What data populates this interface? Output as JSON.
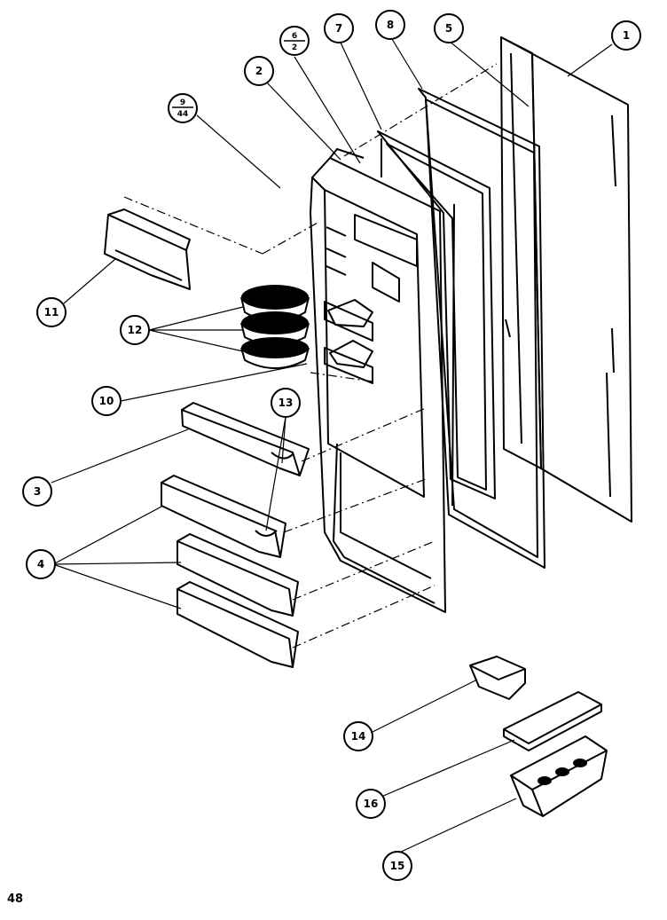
{
  "page_number": "48",
  "callouts": [
    {
      "id": "c1",
      "label": "1"
    },
    {
      "id": "c2",
      "label": "2"
    },
    {
      "id": "c3",
      "label": "3"
    },
    {
      "id": "c4",
      "label": "4"
    },
    {
      "id": "c5",
      "label": "5"
    },
    {
      "id": "c6",
      "label_top": "6",
      "label_bottom": "2"
    },
    {
      "id": "c7",
      "label": "7"
    },
    {
      "id": "c8",
      "label": "8"
    },
    {
      "id": "c9",
      "label_top": "9",
      "label_bottom": "44"
    },
    {
      "id": "c10",
      "label": "10"
    },
    {
      "id": "c11",
      "label": "11"
    },
    {
      "id": "c12",
      "label": "12"
    },
    {
      "id": "c13",
      "label": "13"
    },
    {
      "id": "c14",
      "label": "14"
    },
    {
      "id": "c15",
      "label": "15"
    },
    {
      "id": "c16",
      "label": "16"
    }
  ]
}
